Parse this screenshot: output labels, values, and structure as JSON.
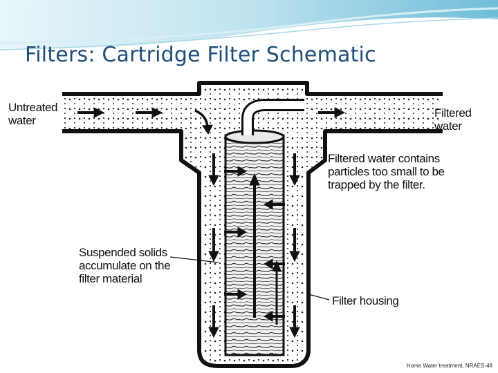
{
  "slide": {
    "title": "Filters: Cartridge Filter Schematic",
    "citation": "Home Water treatment, NRAES-48"
  },
  "diagram": {
    "labels": {
      "untreated_water": "Untreated\nwater",
      "filtered_water": "Filtered\nwater",
      "filtered_contains": "Filtered water contains\nparticles too small to be\ntrapped by the filter.",
      "suspended_solids": "Suspended solids\naccumulate on the\nfilter material",
      "filter_housing": "Filter housing"
    }
  },
  "colors": {
    "title": "#1f4f7a",
    "wave_light": "#bfe3ef",
    "wave_dark": "#7ec4dc",
    "ink": "#111111"
  }
}
